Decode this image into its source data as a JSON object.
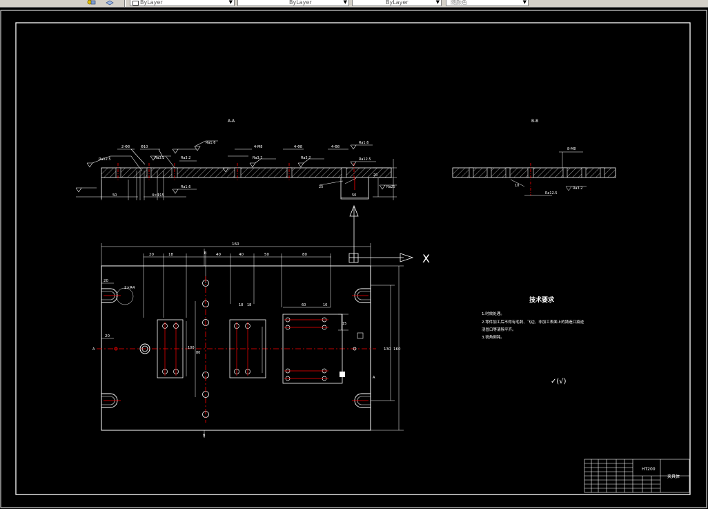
{
  "toolbar": {
    "color_combo": "ByLayer",
    "linetype_combo": "ByLayer",
    "lineweight_combo": "ByLayer",
    "plotstyle_combo": "随颜色"
  },
  "drawing": {
    "section_label": "A-A",
    "section_label_right": "B-B",
    "tech_title": "技术要求",
    "tech_items": [
      "1.时效处理。",
      "2.零件加工后不得有毛刺、飞边、非加工表面上的铸造口痕迹",
      "浇冒口等清除平齐。",
      "3.锐角倒钝。"
    ],
    "roughness_note": "✓(√)",
    "axis_label": "X",
    "title_block": {
      "material": "HT200",
      "name": "夹具体"
    },
    "dims": {
      "overall_width": "160",
      "top_50": "50",
      "top_80": "80",
      "top_20": "20",
      "top_40": "40",
      "sec_width": "50",
      "sec_center": "50",
      "left_20": "20",
      "height_130": "130",
      "height_160": "160"
    },
    "colors": {
      "line": "#ffffff",
      "center": "#ff0000",
      "background": "#000000"
    }
  }
}
